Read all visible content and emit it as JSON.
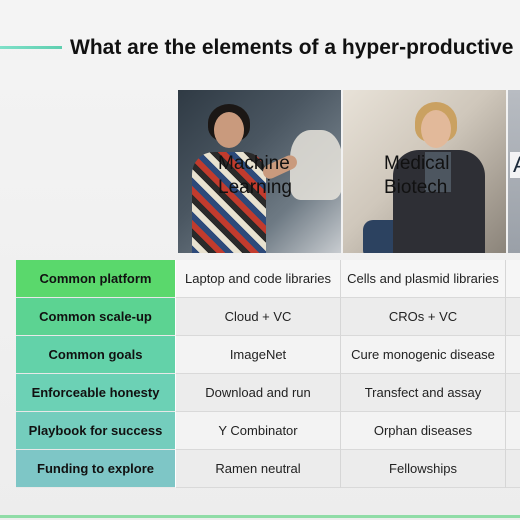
{
  "slide": {
    "title": "What are the elements of a hyper-productive c"
  },
  "columns": {
    "ml": "Machine\nLearning",
    "bio": "Medical\nBiotech",
    "third": "A"
  },
  "rows": [
    {
      "label": "Common platform",
      "ml": "Laptop and code libraries",
      "bio": "Cells and plasmid libraries"
    },
    {
      "label": "Common scale-up",
      "ml": "Cloud + VC",
      "bio": "CROs + VC"
    },
    {
      "label": "Common goals",
      "ml": "ImageNet",
      "bio": "Cure monogenic disease"
    },
    {
      "label": "Enforceable honesty",
      "ml": "Download and run",
      "bio": "Transfect and assay"
    },
    {
      "label": "Playbook for success",
      "ml": "Y Combinator",
      "bio": "Orphan diseases"
    },
    {
      "label": "Funding to explore",
      "ml": "Ramen neutral",
      "bio": "Fellowships"
    }
  ],
  "colors": {
    "accent": "#5fcfb0",
    "row_header_top": "#5ad86c",
    "row_header_bottom": "#7ec6c6"
  }
}
